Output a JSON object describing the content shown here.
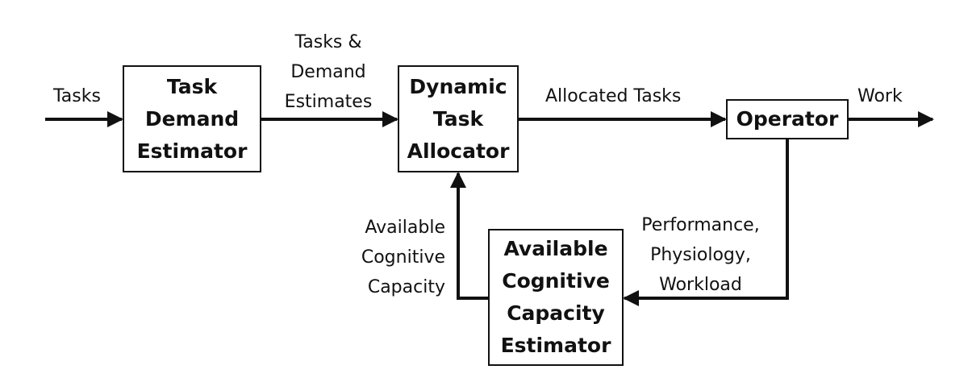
{
  "diagram": {
    "boxes": {
      "task_demand_estimator": {
        "lines": [
          "Task",
          "Demand",
          "Estimator"
        ]
      },
      "dynamic_task_allocator": {
        "lines": [
          "Dynamic",
          "Task",
          "Allocator"
        ]
      },
      "operator": {
        "lines": [
          "Operator"
        ]
      },
      "capacity_estimator": {
        "lines": [
          "Available",
          "Cognitive",
          "Capacity",
          "Estimator"
        ]
      }
    },
    "labels": {
      "tasks_input": [
        "Tasks"
      ],
      "tasks_and_demand": [
        "Tasks &",
        "Demand",
        "Estimates"
      ],
      "allocated_tasks": [
        "Allocated Tasks"
      ],
      "work": [
        "Work"
      ],
      "available_capacity": [
        "Available",
        "Cognitive",
        "Capacity"
      ],
      "performance_feedback": [
        "Performance,",
        "Physiology,",
        "Workload"
      ]
    },
    "colors": {
      "line": "#111111",
      "box_fill": "#ffffff",
      "background": "#ffffff"
    }
  }
}
